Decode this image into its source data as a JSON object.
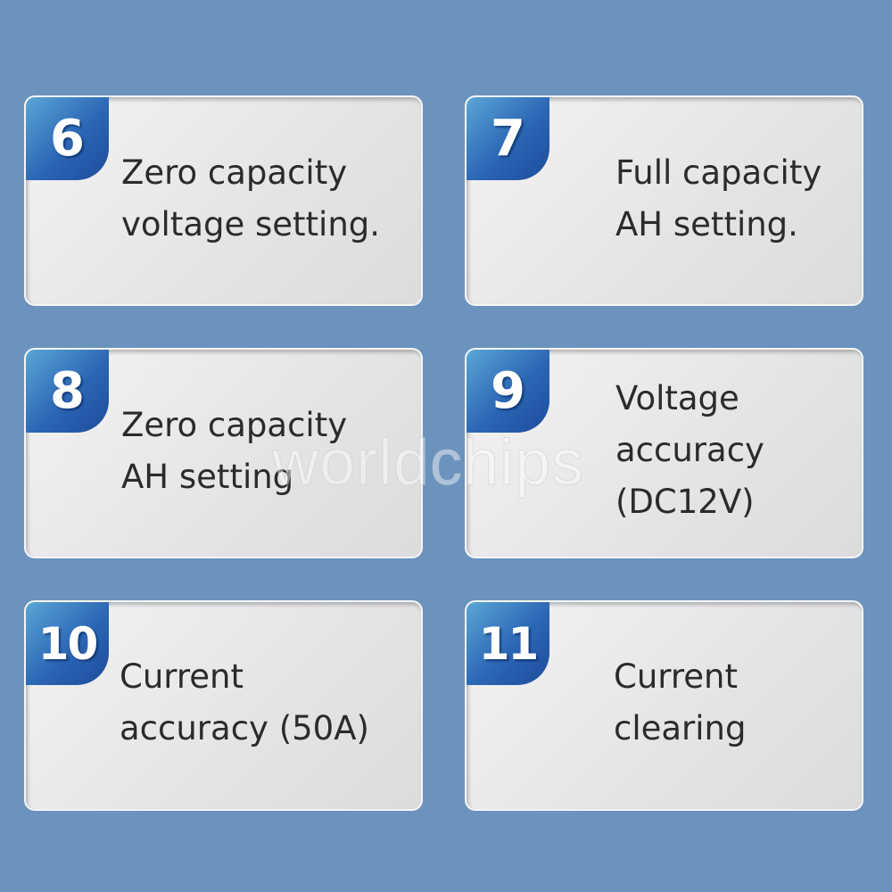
{
  "cards": [
    {
      "number": "6",
      "lines": [
        "Zero capacity",
        "voltage setting."
      ]
    },
    {
      "number": "7",
      "lines": [
        "Full capacity",
        "AH setting."
      ]
    },
    {
      "number": "8",
      "lines": [
        "Zero capacity",
        "AH setting"
      ]
    },
    {
      "number": "9",
      "lines": [
        "Voltage",
        "accuracy",
        "(DC12V)"
      ]
    },
    {
      "number": "10",
      "lines": [
        "Current",
        "accuracy (50A)"
      ]
    },
    {
      "number": "11",
      "lines": [
        "Current",
        "clearing"
      ]
    }
  ],
  "watermark": "worldchips"
}
